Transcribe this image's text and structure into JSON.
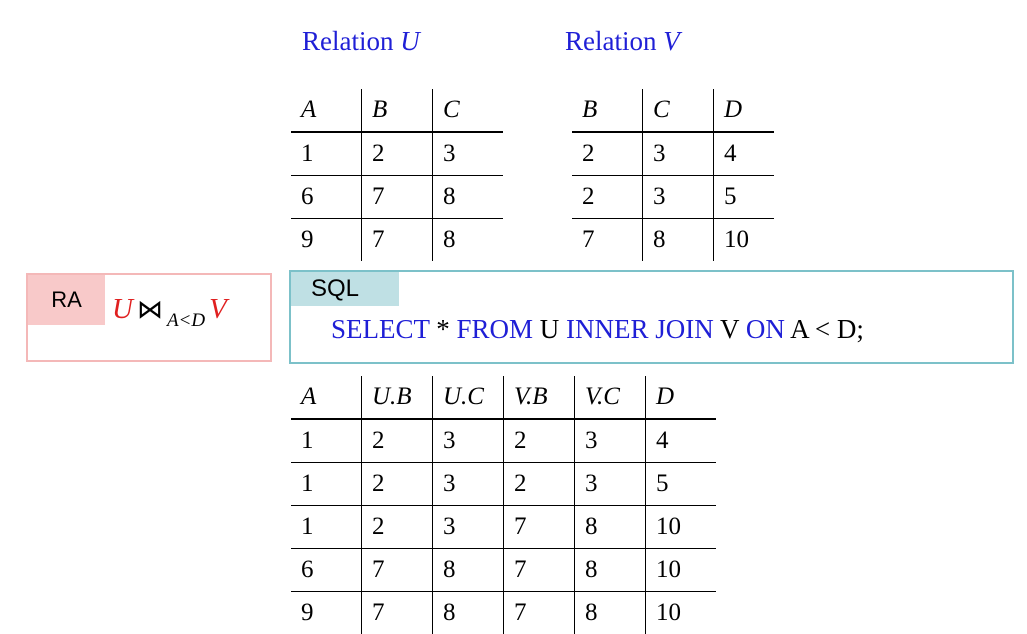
{
  "relation_u": {
    "title_prefix": "Relation",
    "name": "U",
    "headers": [
      "A",
      "B",
      "C"
    ],
    "rows": [
      [
        "1",
        "2",
        "3"
      ],
      [
        "6",
        "7",
        "8"
      ],
      [
        "9",
        "7",
        "8"
      ]
    ]
  },
  "relation_v": {
    "title_prefix": "Relation",
    "name": "V",
    "headers": [
      "B",
      "C",
      "D"
    ],
    "rows": [
      [
        "2",
        "3",
        "4"
      ],
      [
        "2",
        "3",
        "5"
      ],
      [
        "7",
        "8",
        "10"
      ]
    ]
  },
  "ra": {
    "label": "RA",
    "left": "U",
    "join_symbol": "⋈",
    "condition": "A<D",
    "right": "V"
  },
  "sql": {
    "label": "SQL",
    "parts": [
      {
        "text": "SELECT",
        "kw": true
      },
      {
        "text": " * ",
        "kw": false
      },
      {
        "text": "FROM",
        "kw": true
      },
      {
        "text": " U ",
        "kw": false
      },
      {
        "text": "INNER JOIN",
        "kw": true
      },
      {
        "text": " V ",
        "kw": false
      },
      {
        "text": "ON",
        "kw": true
      },
      {
        "text": " A < D;",
        "kw": false
      }
    ]
  },
  "result": {
    "headers": [
      "A",
      "U.B",
      "U.C",
      "V.B",
      "V.C",
      "D"
    ],
    "rows": [
      [
        "1",
        "2",
        "3",
        "2",
        "3",
        "4"
      ],
      [
        "1",
        "2",
        "3",
        "2",
        "3",
        "5"
      ],
      [
        "1",
        "2",
        "3",
        "7",
        "8",
        "10"
      ],
      [
        "6",
        "7",
        "8",
        "7",
        "8",
        "10"
      ],
      [
        "9",
        "7",
        "8",
        "7",
        "8",
        "10"
      ]
    ]
  }
}
